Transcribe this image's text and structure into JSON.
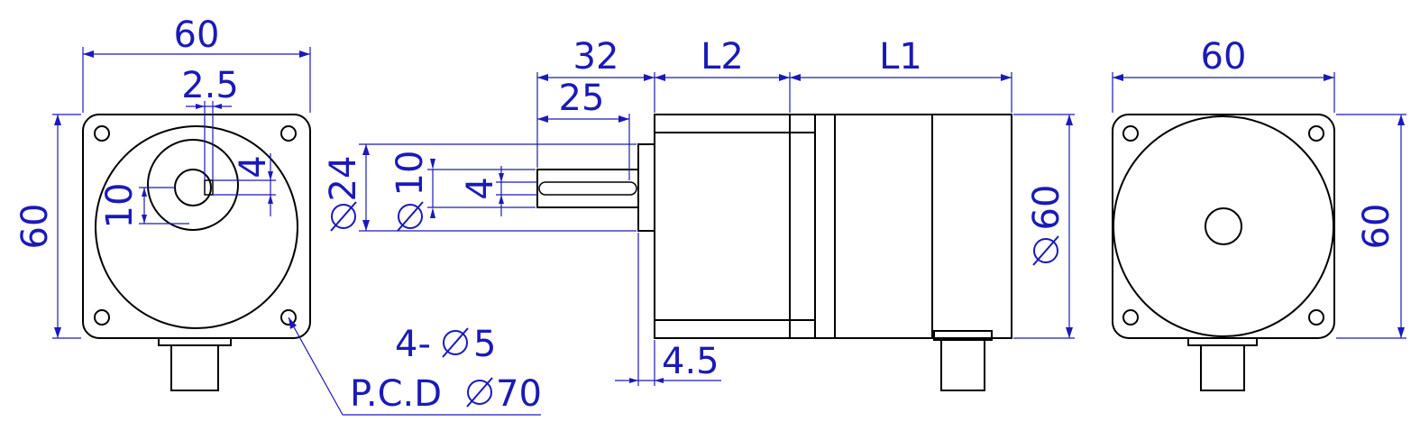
{
  "colors": {
    "object_line": "#000000",
    "dimension": "#1a1ab8",
    "background": "#ffffff"
  },
  "front_view": {
    "width": "60",
    "height": "60",
    "keyway_width": "2.5",
    "keyway_depth": "4",
    "shaft_diameter": "10",
    "mount_holes_qty": "4-",
    "mount_hole_diameter": "5",
    "pcd_prefix": "P.C.D",
    "pcd_value": "70"
  },
  "side_view": {
    "shaft_length_total": "32",
    "shaft_length_key": "25",
    "gearbox_length": "L2",
    "motor_length": "L1",
    "pilot_diameter": "24",
    "shaft_diameter": "10",
    "key_width": "4",
    "body_diameter": "60",
    "pilot_length": "4.5"
  },
  "rear_view": {
    "width": "60",
    "height": "60"
  },
  "icons": {
    "diameter_symbol": "diameter-icon"
  }
}
